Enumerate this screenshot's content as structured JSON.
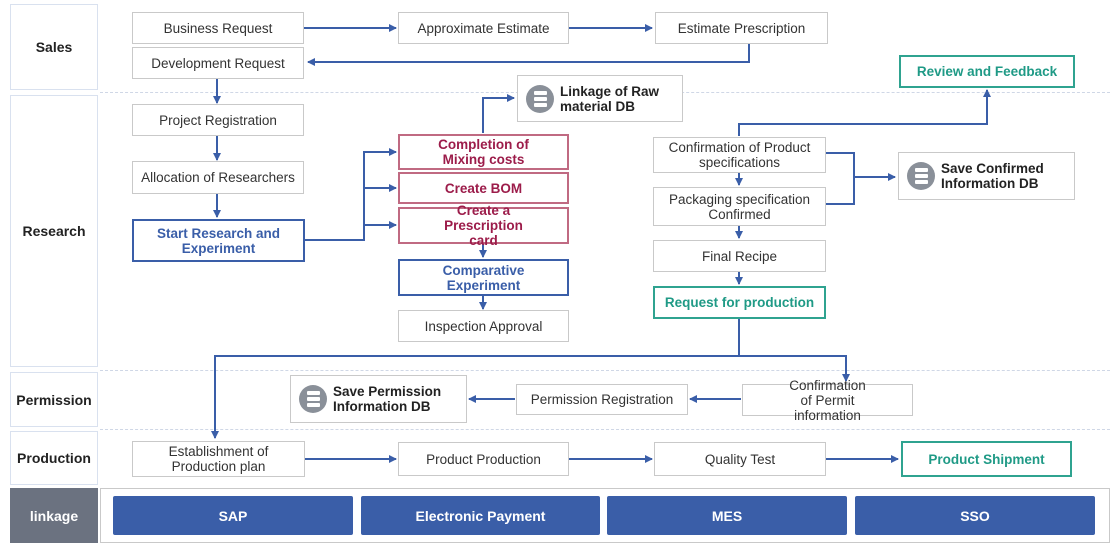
{
  "lanes": {
    "sales": "Sales",
    "research": "Research",
    "permission": "Permission",
    "production": "Production",
    "linkage": "linkage"
  },
  "sales": {
    "business_request": "Business Request",
    "approximate_estimate": "Approximate Estimate",
    "estimate_prescription": "Estimate Prescription",
    "development_request": "Development Request"
  },
  "research": {
    "project_registration": "Project Registration",
    "allocation_researchers": "Allocation of Researchers",
    "start_research": "Start Research and Experiment",
    "linkage_db": "Linkage of Raw material DB",
    "mixing_costs": "Completion of Mixing costs",
    "create_bom": "Create BOM",
    "prescription_card": "Create a Prescription card",
    "comparative_experiment": "Comparative Experiment",
    "inspection_approval": "Inspection Approval",
    "review_feedback": "Review and Feedback",
    "product_specifications": "Confirmation of Product specifications",
    "packaging_specification": "Packaging specification Confirmed",
    "save_confirmed_db": "Save Confirmed Information DB",
    "final_recipe": "Final Recipe",
    "request_production": "Request for production"
  },
  "permission": {
    "save_permission_db": "Save Permission Information DB",
    "permission_registration": "Permission Registration",
    "permit_information": "Confirmation of Permit information"
  },
  "production": {
    "production_plan": "Establishment of Production plan",
    "product_production": "Product Production",
    "quality_test": "Quality Test",
    "product_shipment": "Product Shipment"
  },
  "linkage": {
    "sap": "SAP",
    "electronic_payment": "Electronic Payment",
    "mes": "MES",
    "sso": "SSO"
  },
  "colors": {
    "arrow": "#3a5ea8",
    "blue": "#3a5ea8",
    "red": "#9c1c4a",
    "teal": "#1f9a86",
    "linkage_label": "#6b7280"
  }
}
